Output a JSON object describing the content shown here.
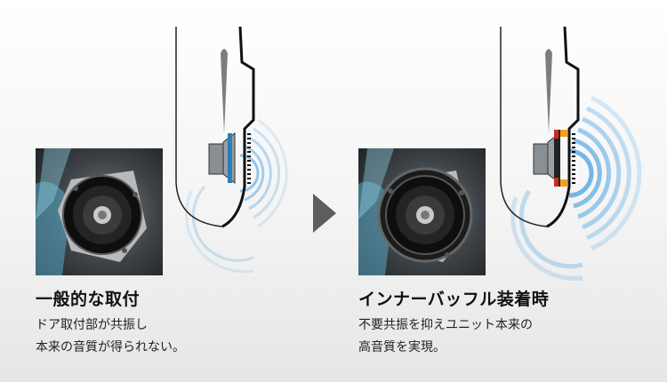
{
  "left": {
    "title": "一般的な取付",
    "desc_line1": "ドア取付部が共振し",
    "desc_line2": "本来の音質が得られない。"
  },
  "right": {
    "title": "インナーバッフル装着時",
    "desc_line1": "不要共振を抑えユニット本来の",
    "desc_line2": "高音質を実現。"
  },
  "colors": {
    "baffle_blue": "#2b7fb8",
    "baffle_red": "#cc2a1f",
    "baffle_orange": "#f0a020",
    "wave_blue": "#3b9be0",
    "arrow_gray": "#5d5d5d"
  }
}
